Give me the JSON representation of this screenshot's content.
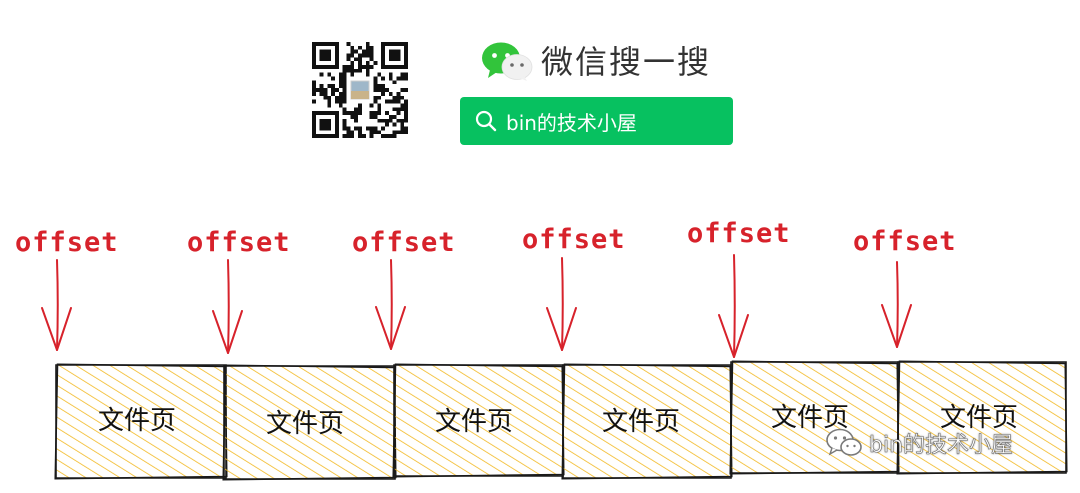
{
  "header": {
    "wechat_title": "微信搜一搜",
    "search_text": "bin的技术小屋"
  },
  "diagram": {
    "offset_labels": [
      "offset",
      "offset",
      "offset",
      "offset",
      "offset",
      "offset"
    ],
    "pages": [
      "文件页",
      "文件页",
      "文件页",
      "文件页",
      "文件页",
      "文件页"
    ]
  },
  "watermark": {
    "text": "bin的技术小屋"
  },
  "colors": {
    "offset_red": "#d7222b",
    "hatch_yellow": "#f2b922",
    "wechat_green": "#07c160"
  }
}
